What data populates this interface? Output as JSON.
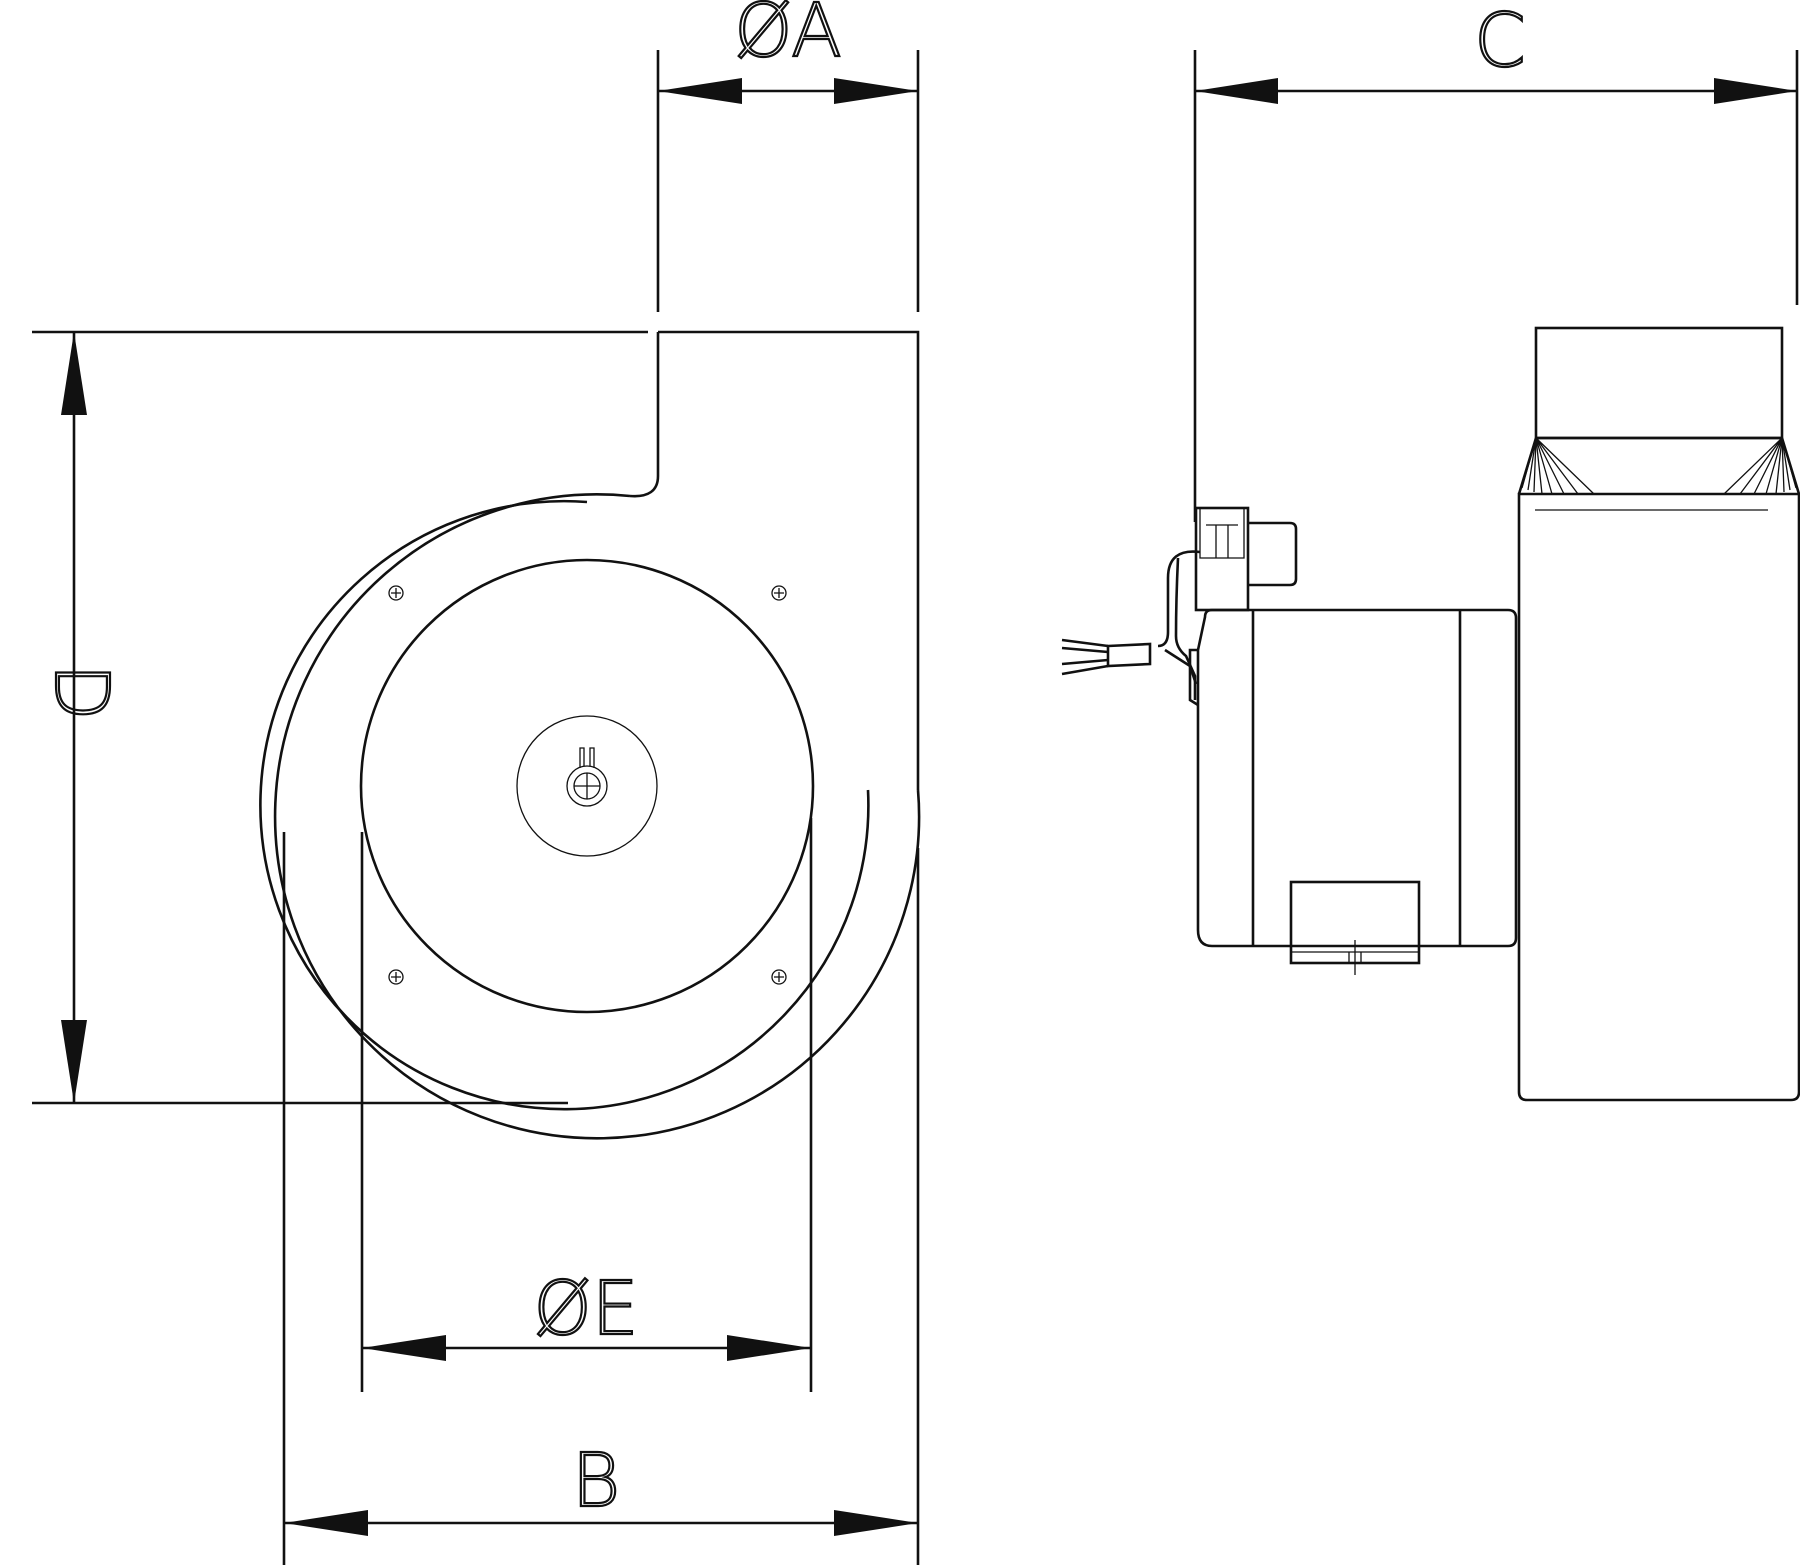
{
  "dimensions": {
    "A": "ØA",
    "B": "B",
    "C": "C",
    "D": "D",
    "E": "ØE"
  },
  "colors": {
    "line": "#111111",
    "background": "#ffffff"
  }
}
